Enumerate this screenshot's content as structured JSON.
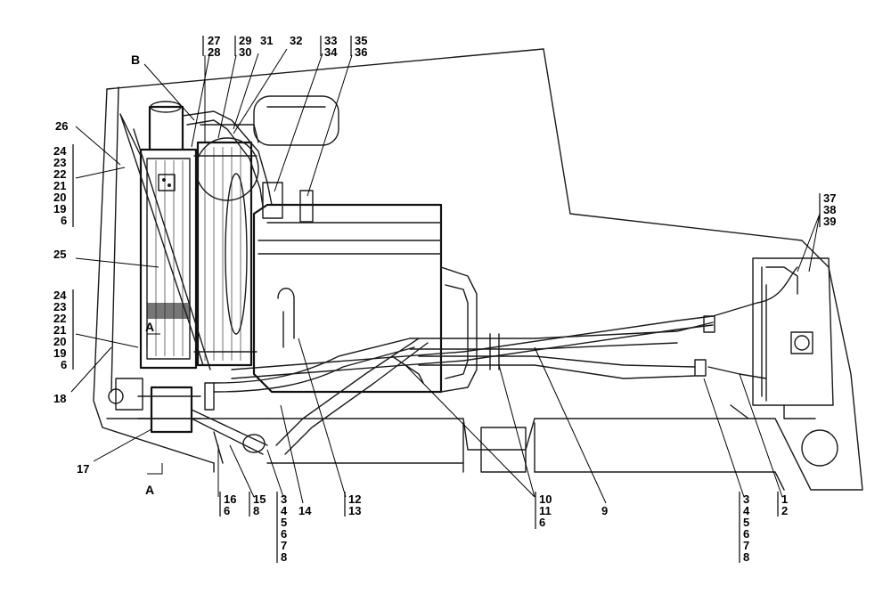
{
  "callouts": {
    "top": {
      "c27": "27",
      "c28": "28",
      "c29": "29",
      "c30": "30",
      "c31": "31",
      "c32": "32",
      "c33": "33",
      "c34": "34",
      "c35": "35",
      "c36": "36",
      "cB": "B",
      "c26": "26"
    },
    "left_stack_upper": [
      "24",
      "23",
      "22",
      "21",
      "20",
      "19",
      "6"
    ],
    "c25": "25",
    "left_stack_lower": [
      "24",
      "23",
      "22",
      "21",
      "20",
      "19",
      "6"
    ],
    "cA_upper": "A",
    "c18": "18",
    "c17": "17",
    "cA_lower": "A",
    "bottom": {
      "g16": [
        "16",
        "6"
      ],
      "g15": [
        "15",
        "8"
      ],
      "g3": [
        "3",
        "4",
        "5",
        "6",
        "7",
        "8"
      ],
      "c14": "14",
      "g12": [
        "12",
        "13"
      ],
      "g10": [
        "10",
        "11",
        "6"
      ],
      "c9": "9",
      "g3r": [
        "3",
        "4",
        "5",
        "6",
        "7",
        "8"
      ],
      "g1": [
        "1",
        "2"
      ]
    },
    "right_stack": [
      "37",
      "38",
      "39"
    ]
  }
}
